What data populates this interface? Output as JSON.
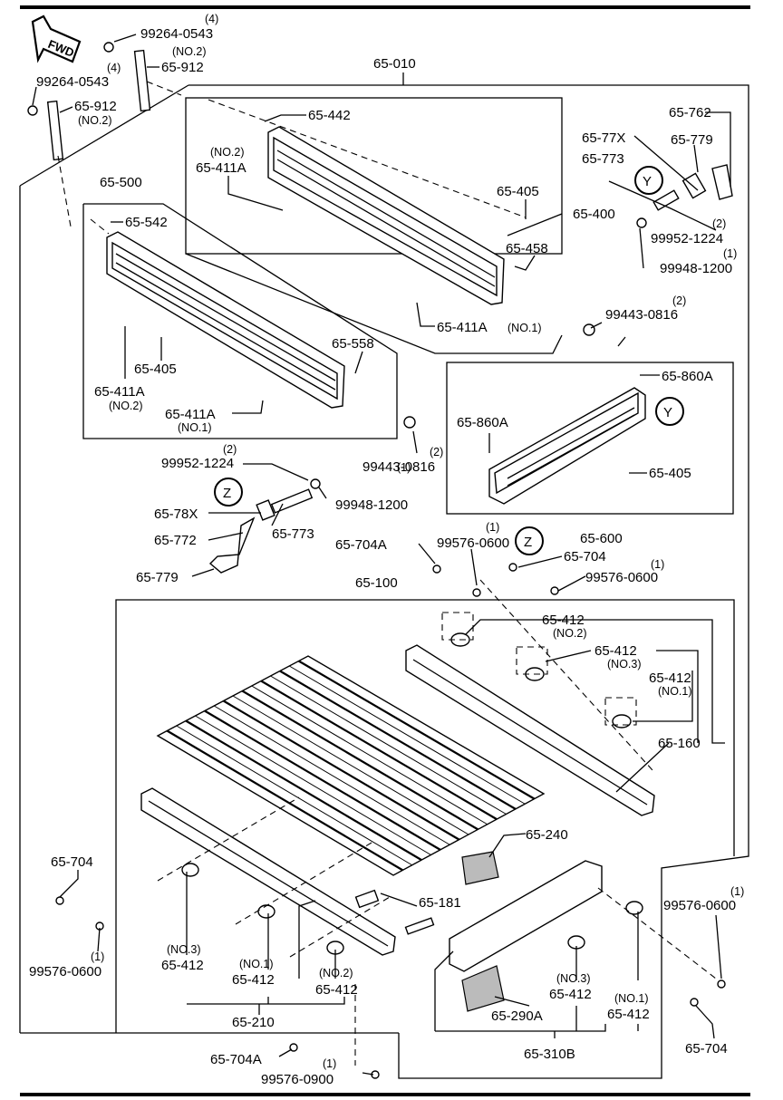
{
  "fwd": "FWD",
  "markers": {
    "y1": "Y",
    "y2": "Y",
    "z1": "Z",
    "z2": "Z"
  },
  "labels": {
    "l_99264_0543_a": "99264-0543",
    "q_4_a": "(4)",
    "q_no2_a": "(NO.2)",
    "q_4_b": "(4)",
    "l_65_912_a": "65-912",
    "l_99264_0543_b": "99264-0543",
    "l_65_912_b": "65-912",
    "q_no2_b": "(NO.2)",
    "l_65_010": "65-010",
    "l_65_442": "65-442",
    "q_no2_c": "(NO.2)",
    "l_65_411a_a": "65-411A",
    "l_65_405_a": "65-405",
    "l_65_400": "65-400",
    "l_65_458": "65-458",
    "l_65_411a_b": "65-411A",
    "q_no1_a": "(NO.1)",
    "l_65_500": "65-500",
    "l_65_542": "65-542",
    "l_65_558": "65-558",
    "l_65_405_b": "65-405",
    "l_65_411a_c": "65-411A",
    "q_no2_d": "(NO.2)",
    "l_65_411a_d": "65-411A",
    "q_no1_b": "(NO.1)",
    "l_65_762": "65-762",
    "l_65_77x": "65-77X",
    "l_65_779_a": "65-779",
    "l_65_773_a": "65-773",
    "q_2_a": "(2)",
    "l_99952_1224_a": "99952-1224",
    "q_1_a": "(1)",
    "l_99948_1200_a": "99948-1200",
    "q_2_b": "(2)",
    "l_99443_0816_a": "99443-0816",
    "l_65_860a_a": "65-860A",
    "l_65_860a_b": "65-860A",
    "l_65_405_c": "65-405",
    "l_99443_0816_b": "99443-0816",
    "q_2_c": "(2)",
    "l_65_600": "65-600",
    "q_2_d": "(2)",
    "l_99952_1224_b": "99952-1224",
    "q_1_b": "(1)",
    "l_99948_1200_b": "99948-1200",
    "l_65_78x": "65-78X",
    "l_65_773_b": "65-773",
    "l_65_772": "65-772",
    "l_65_779_b": "65-779",
    "l_65_704a_a": "65-704A",
    "l_99576_0600_a": "99576-0600",
    "q_1_c": "(1)",
    "l_65_704_a": "65-704",
    "q_1_d": "(1)",
    "l_99576_0600_b": "99576-0600",
    "l_65_100": "65-100",
    "l_65_412_a": "65-412",
    "q_no2_e": "(NO.2)",
    "l_65_412_b": "65-412",
    "q_no3_a": "(NO.3)",
    "l_65_412_c": "65-412",
    "q_no1_c": "(NO.1)",
    "l_65_160": "65-160",
    "l_65_240": "65-240",
    "l_65_181": "65-181",
    "l_65_704_b": "65-704",
    "q_1_e": "(1)",
    "l_99576_0600_c": "99576-0600",
    "q_no3_b": "(NO.3)",
    "l_65_412_d": "65-412",
    "q_no1_d": "(NO.1)",
    "l_65_412_e": "65-412",
    "q_no2_f": "(NO.2)",
    "l_65_412_f": "65-412",
    "l_65_210": "65-210",
    "q_1_f": "(1)",
    "l_99576_0600_d": "99576-0600",
    "q_no3_c": "(NO.3)",
    "l_65_412_g": "65-412",
    "q_no1_e": "(NO.1)",
    "l_65_412_h": "65-412",
    "l_65_290a": "65-290A",
    "l_65_310b": "65-310B",
    "l_65_704_c": "65-704",
    "l_65_704a_b": "65-704A",
    "q_1_g": "(1)",
    "l_99576_0900": "99576-0900"
  }
}
